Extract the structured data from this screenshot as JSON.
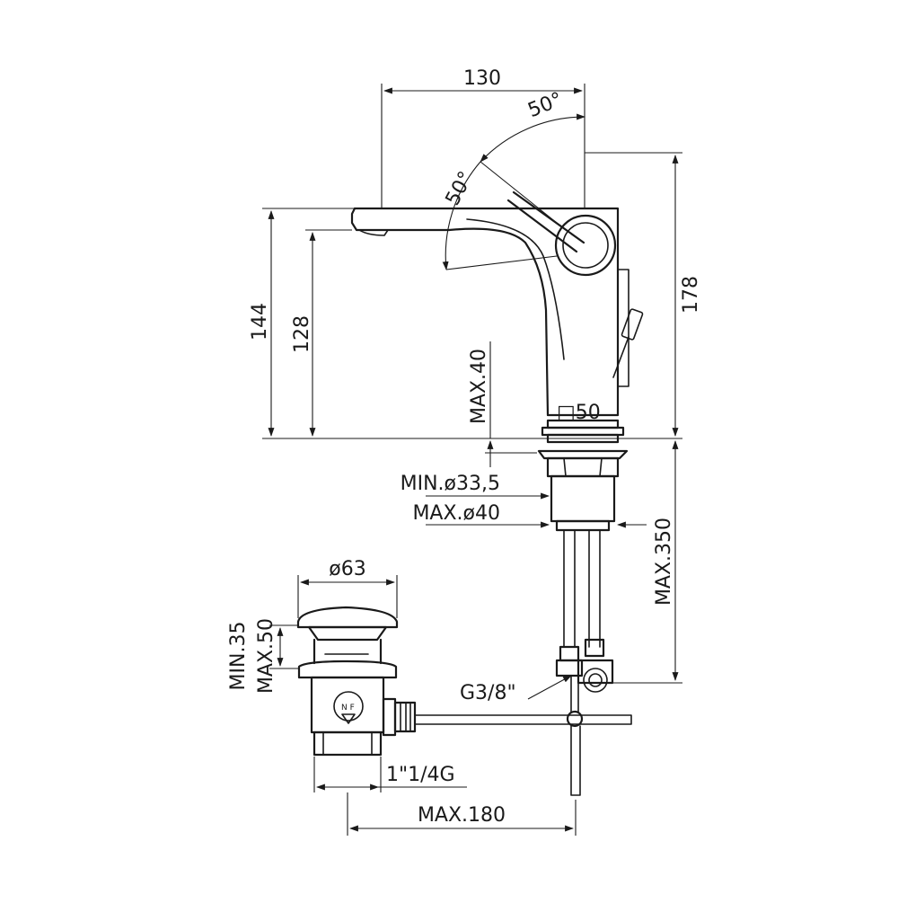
{
  "dimensions": {
    "width_130": "130",
    "angle_top": "50°",
    "angle_side": "50°",
    "height_144": "144",
    "height_128": "128",
    "height_178": "178",
    "max_40": "MAX.40",
    "square_50": "□50",
    "min_d335": "MIN.ø33,5",
    "max_d40": "MAX.ø40",
    "max_350": "MAX.350",
    "d63": "ø63",
    "min_35": "MIN.35",
    "max_50": "MAX.50",
    "g38": "G3/8\"",
    "thread_114": "1\"1/4G",
    "max_180": "MAX.180"
  },
  "logo_text": "N F"
}
